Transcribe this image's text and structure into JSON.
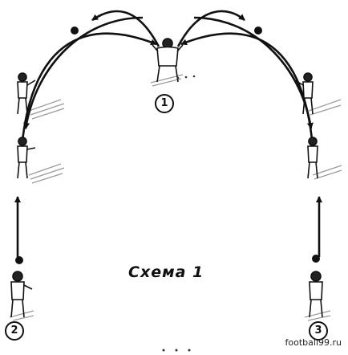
{
  "diagram": {
    "caption": "Схема 1",
    "position_labels": [
      "1",
      "2",
      "3"
    ],
    "watermark": "football99.ru",
    "colors": {
      "ink": "#111111",
      "shadow": "#9a9a9a",
      "background": "#ffffff"
    }
  }
}
